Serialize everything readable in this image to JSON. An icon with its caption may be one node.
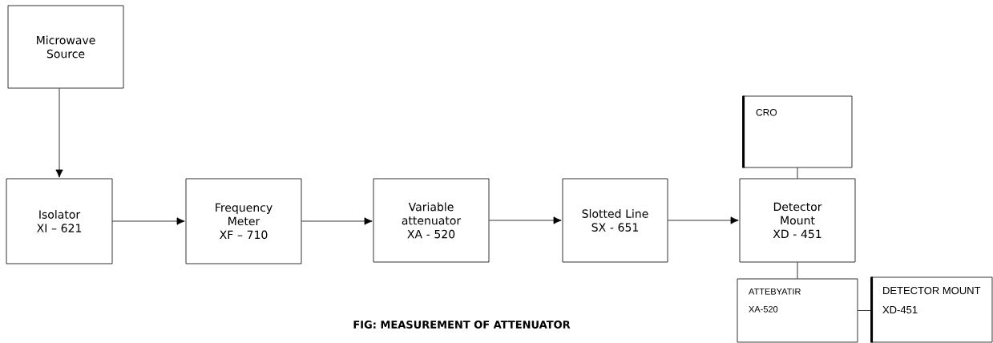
{
  "diagram": {
    "caption": "FIG: MEASUREMENT OF ATTENUATOR",
    "nodes": [
      {
        "text": [
          "Microwave Source"
        ]
      },
      {
        "text": [
          "Isolator",
          "XI – 621"
        ]
      },
      {
        "text": [
          "Frequency Meter",
          "XF – 710"
        ]
      },
      {
        "text": [
          "Variable attenuator",
          "XA - 520"
        ]
      },
      {
        "text": [
          "Slotted Line",
          "SX - 651"
        ]
      },
      {
        "text": [
          "CRO"
        ]
      },
      {
        "text": [
          "Detector Mount",
          "XD - 451"
        ]
      },
      {
        "text": [
          "ATTEBYATIR",
          "XA-520"
        ]
      },
      {
        "text": [
          "DETECTOR MOUNT",
          "XD-451"
        ]
      }
    ],
    "edges": [
      {
        "from": 0,
        "to": 1,
        "arrow": "to"
      },
      {
        "from": 1,
        "to": 2,
        "arrow": "to"
      },
      {
        "from": 2,
        "to": 3,
        "arrow": "to"
      },
      {
        "from": 3,
        "to": 4,
        "arrow": "to"
      },
      {
        "from": 4,
        "to": 6,
        "arrow": "to"
      },
      {
        "from": 6,
        "to": 5,
        "arrow": "none"
      },
      {
        "from": 6,
        "to": 7,
        "arrow": "none"
      },
      {
        "from": 7,
        "to": 8,
        "arrow": "none"
      }
    ]
  }
}
